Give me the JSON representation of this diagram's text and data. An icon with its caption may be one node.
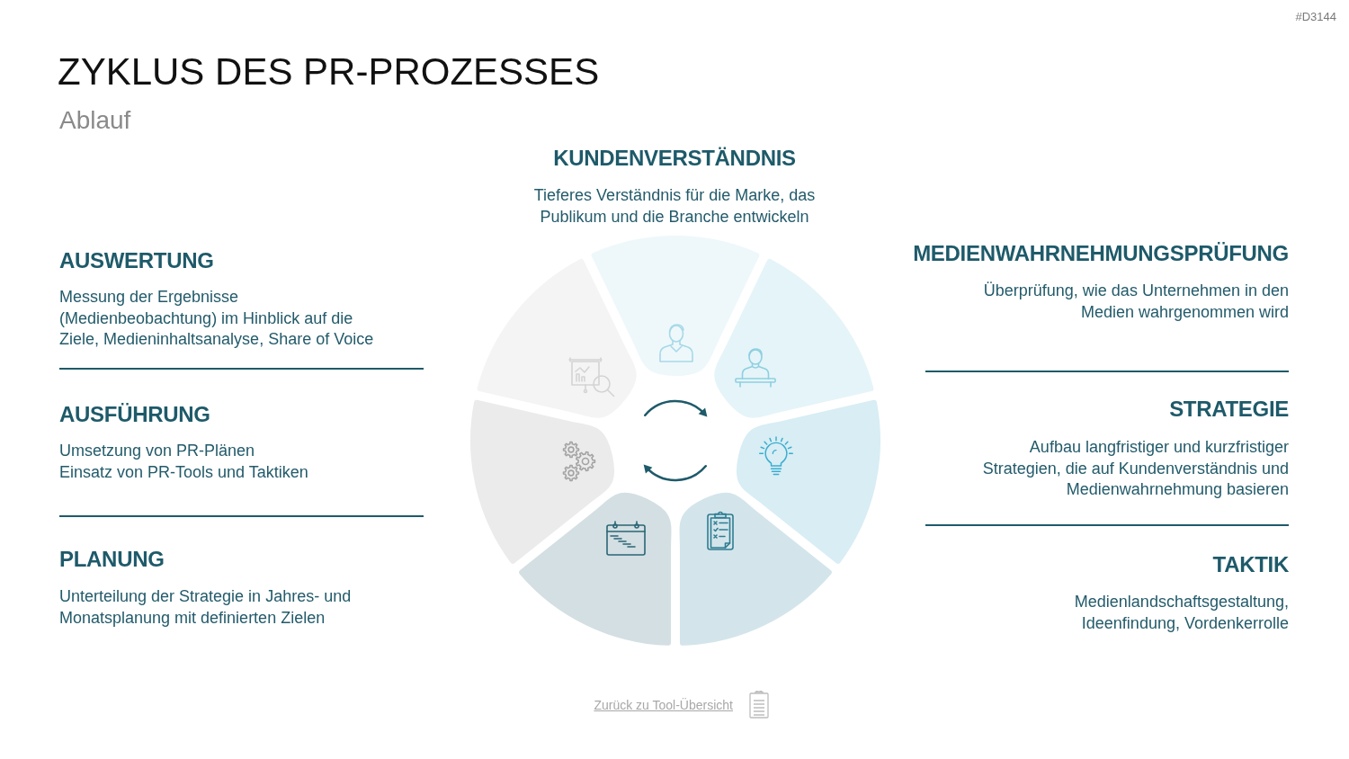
{
  "diagram": {
    "title": "ZYKLUS DES PR-PROZESSES",
    "nodes": [
      {
        "text": [],
        "shape": "sector"
      },
      {
        "text": [],
        "shape": "sector"
      },
      {
        "text": [],
        "shape": "sector"
      },
      {
        "text": [],
        "shape": "sector"
      },
      {
        "text": [],
        "shape": "sector"
      },
      {
        "text": [],
        "shape": "sector"
      },
      {
        "text": [],
        "shape": "sector"
      }
    ],
    "labels": [
      "#D3144",
      "Ablauf",
      "KUNDENVERSTÄNDNIS",
      "Tieferes Verständnis für die Marke, das Publikum und die Branche entwickeln",
      "AUSWERTUNG",
      "Messung der Ergebnisse (Medienbeobachtung) im Hinblick auf die Ziele, Medieninhaltsanalyse, Share of Voice",
      "AUSFÜHRUNG",
      "Umsetzung von PR-Plänen",
      "Einsatz von PR-Tools und Taktiken",
      "PLANUNG",
      "Unterteilung der Strategie in Jahres- und Monatsplanung mit definierten Zielen",
      "MEDIENWAHRNEHMUNGSPRÜFUNG",
      "Überprüfung, wie das Unternehmen in den Medien wahrgenommen wird",
      "STRATEGIE",
      "Aufbau langfristiger und kurzfristiger Strategien, die auf Kundenverständnis und Medienwahrnehmung basieren",
      "TAKTIK",
      "Medienlandschaftsgestaltung, Ideenfindung, Vordenkerrolle",
      "Zurück zu Tool-Übersicht"
    ]
  }
}
